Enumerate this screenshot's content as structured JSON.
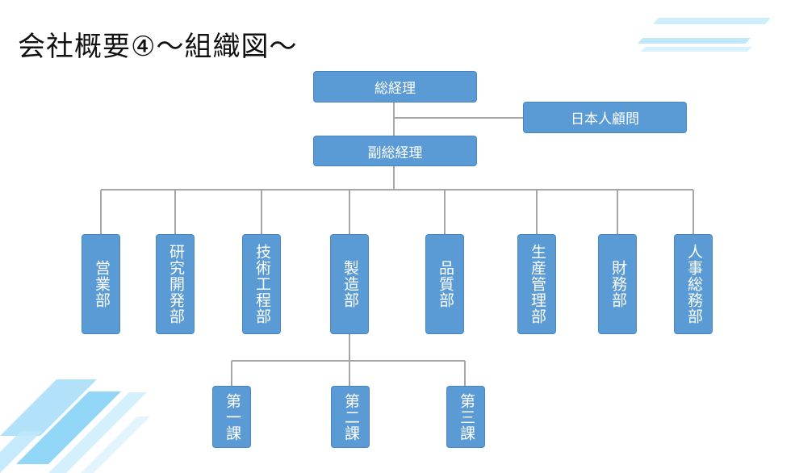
{
  "slide": {
    "title": "会社概要④〜組織図〜"
  },
  "theme": {
    "box_fill": "#5b9bd5",
    "box_border": "#4a86bd",
    "connector": "#a6a6a6",
    "text": "#ffffff",
    "decor_light": "#cfeefc",
    "decor_mid": "#8fd6f7"
  },
  "org": {
    "president": "総経理",
    "advisor": "日本人顧問",
    "vice_president": "副総経理",
    "departments": [
      {
        "label": "営業部"
      },
      {
        "label": "研究開発部"
      },
      {
        "label": "技術工程部"
      },
      {
        "label": "製造部"
      },
      {
        "label": "品質部"
      },
      {
        "label": "生産管理部"
      },
      {
        "label": "財務部"
      },
      {
        "label": "人事総務部"
      }
    ],
    "sections": [
      {
        "label": "第一課"
      },
      {
        "label": "第二課"
      },
      {
        "label": "第三課"
      }
    ]
  }
}
